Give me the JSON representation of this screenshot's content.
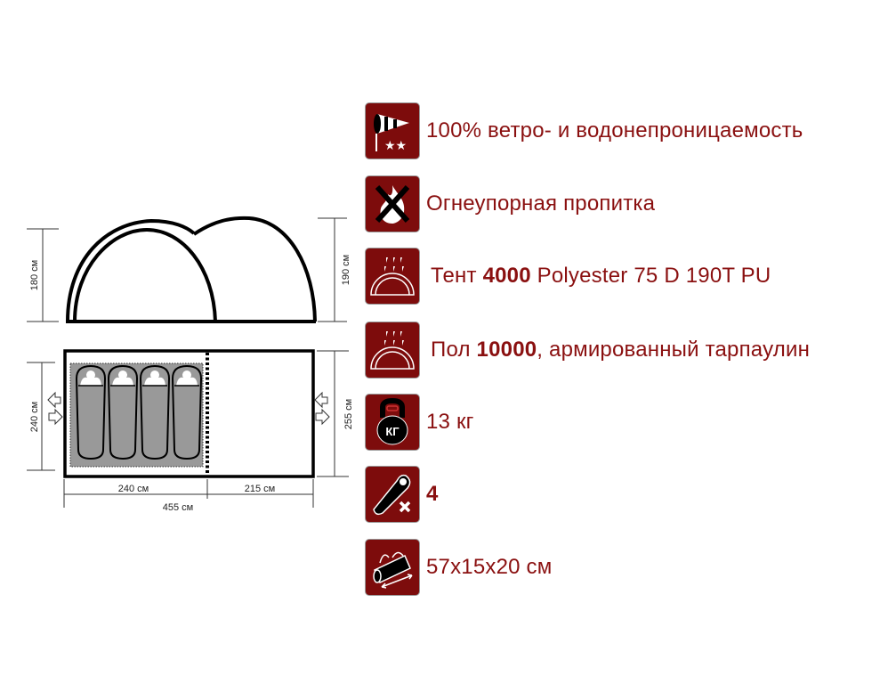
{
  "colors": {
    "icon_bg": "#7d0c0c",
    "text": "#8a1010"
  },
  "dimensions": {
    "height_left": "180 см",
    "height_right": "190 см",
    "width_left": "240 см",
    "width_right": "255 см",
    "length_inner": "240 см",
    "length_vestibule": "215 см",
    "length_total": "455 см"
  },
  "features": [
    {
      "icon": "windsock-icon",
      "pre": "100% ветро- и водонепроницаемость",
      "bold": "",
      "post": ""
    },
    {
      "icon": "no-fire-icon",
      "pre": "Огнеупорная пропитка",
      "bold": "",
      "post": ""
    },
    {
      "icon": "tent-rain-icon",
      "pre": "Тент ",
      "bold": "4000",
      "post": " Polyester 75 D 190T PU"
    },
    {
      "icon": "floor-rain-icon",
      "pre": "Пол ",
      "bold": "10000",
      "post": ", армированный тарпаулин"
    },
    {
      "icon": "kettlebell-icon",
      "pre": "13 кг",
      "bold": "",
      "post": "",
      "icon_text": "КГ"
    },
    {
      "icon": "sleeping-bag-icon",
      "pre": "",
      "bold": "4",
      "post": ""
    },
    {
      "icon": "bag-size-icon",
      "pre": "57x15x20 см",
      "bold": "",
      "post": ""
    }
  ]
}
